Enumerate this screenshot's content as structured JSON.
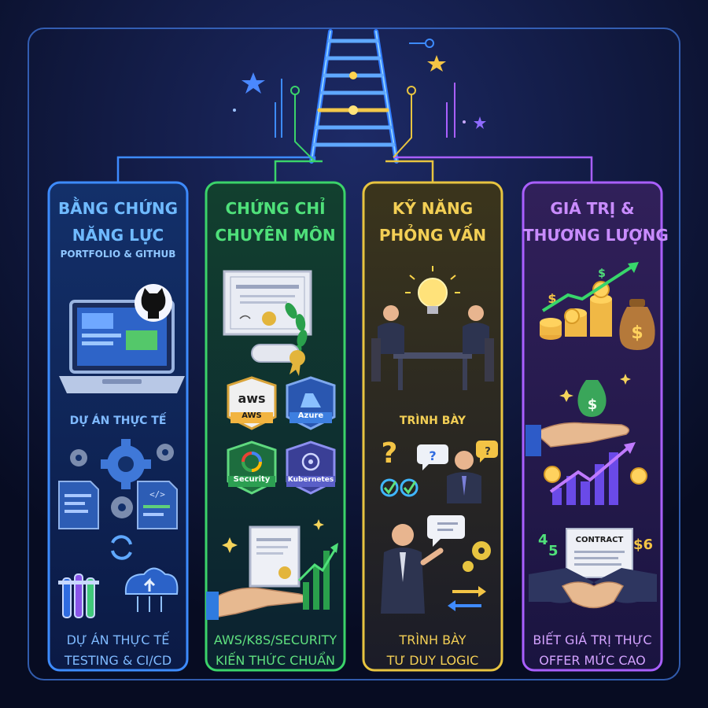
{
  "columns": [
    {
      "id": "col1",
      "title_lines": [
        "BẰNG CHỨNG",
        "NĂNG LỰC"
      ],
      "subtitle": "PORTFOLIO & GITHUB",
      "mid_label": "DỰ ÁN THỰC TẾ",
      "bottom_lines": [
        "DỰ ÁN THỰC TẾ",
        "TESTING & CI/CD"
      ],
      "accent": "#4aa8ff"
    },
    {
      "id": "col2",
      "title_lines": [
        "CHỨNG CHỈ",
        "CHUYÊN MÔN"
      ],
      "badges": [
        "AWS",
        "Azure",
        "Security",
        "Kubernetes"
      ],
      "badge_logos": [
        "aws",
        "google-cloud-logo"
      ],
      "bottom_lines": [
        "AWS/K8S/SECURITY",
        "KIẾN THỨC CHUẨN"
      ],
      "accent": "#38d66b"
    },
    {
      "id": "col3",
      "title_lines": [
        "KỸ NĂNG",
        "PHỎNG VẤN"
      ],
      "mid_label": "TRÌNH BÀY",
      "bottom_lines": [
        "TRÌNH BÀY",
        "TƯ DUY LOGIC"
      ],
      "accent": "#e8c640"
    },
    {
      "id": "col4",
      "title_lines": [
        "GIÁ TRỊ &",
        "THƯƠNG LƯỢNG"
      ],
      "contract": "CONTRACT",
      "numbers": [
        "4",
        "5",
        "$6"
      ],
      "bottom_lines": [
        "BIẾT GIÁ TRỊ THỰC",
        "OFFER MỨC CAO"
      ],
      "accent": "#b76cff"
    }
  ]
}
